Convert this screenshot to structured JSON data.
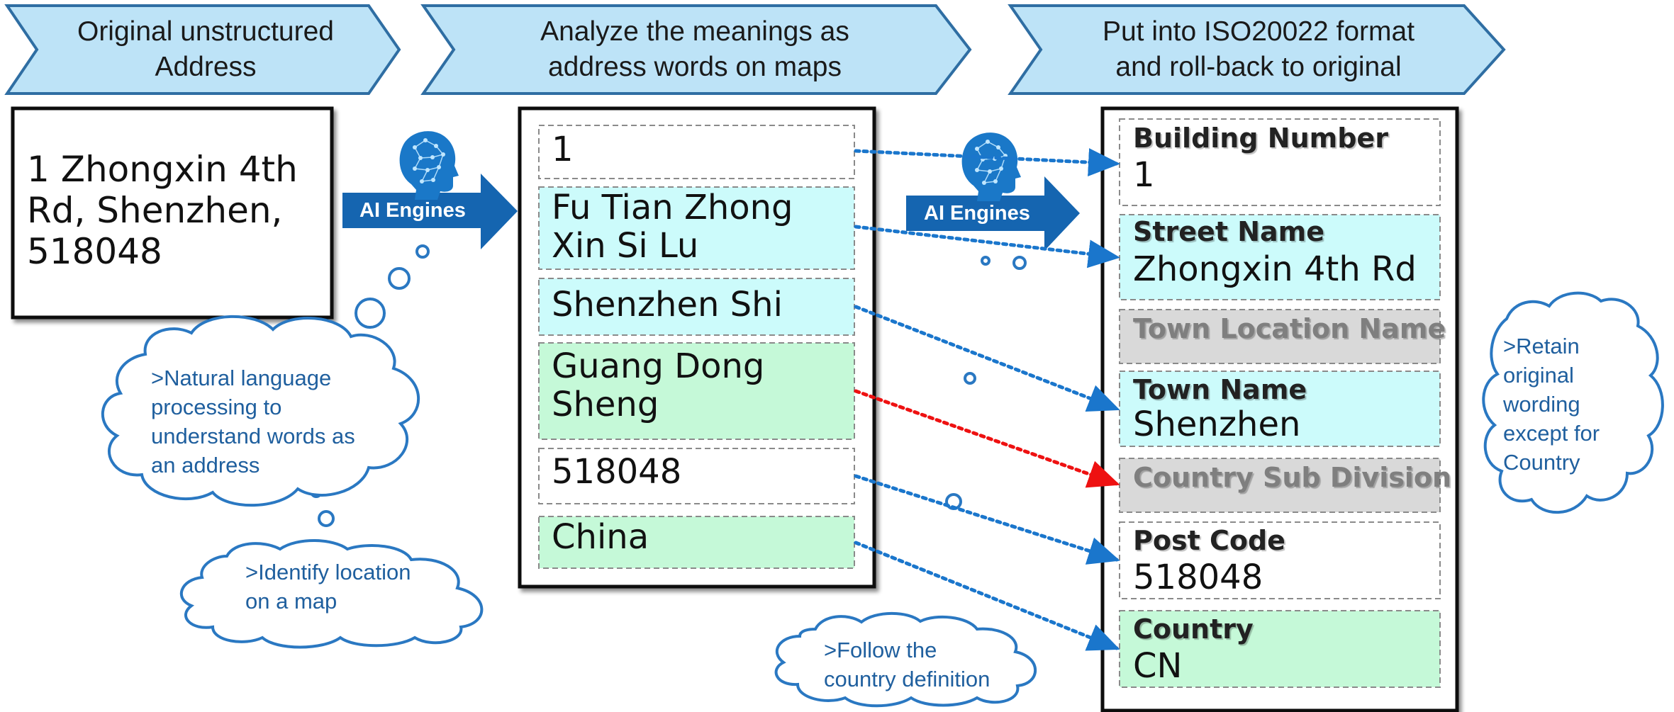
{
  "banners": [
    {
      "text": "Original unstructured\nAddress"
    },
    {
      "text": "Analyze the meanings as\naddress words on maps"
    },
    {
      "text": "Put into ISO20022 format\nand roll-back to original"
    }
  ],
  "original_address": "1 Zhongxin 4th\nRd, Shenzhen,\n518048",
  "ai_engine_label": "AI Engines",
  "analyzed_words": [
    "1",
    "Fu Tian Zhong\nXin Si Lu",
    "Shenzhen Shi",
    "Guang Dong\nSheng",
    "518048",
    "China"
  ],
  "iso_fields": [
    {
      "label": "Building Number",
      "value": "1"
    },
    {
      "label": "Street Name",
      "value": "Zhongxin 4th Rd"
    },
    {
      "label": "Town Location Name",
      "value": ""
    },
    {
      "label": "Town Name",
      "value": "Shenzhen"
    },
    {
      "label": "Country Sub Division",
      "value": ""
    },
    {
      "label": "Post Code",
      "value": "518048"
    },
    {
      "label": "Country",
      "value": "CN"
    }
  ],
  "notes": {
    "nlp": ">Natural language\nprocessing to\nunderstand words as\nan address",
    "map": ">Identify location\non a map",
    "country": ">Follow the\ncountry definition",
    "retain": ">Retain\noriginal\nwording\nexcept for\nCountry"
  },
  "colors": {
    "banner_fill": "#bde3f7",
    "banner_stroke": "#2f6ea3",
    "arrow_fill": "#1565b0",
    "cyan_fill": "#ccfbfb",
    "green_fill": "#c5f9d8",
    "grey_fill": "#d9d9d9",
    "link_blue": "#1a76cc",
    "link_red": "#ee1111",
    "cloud_stroke": "#2a78c2"
  }
}
